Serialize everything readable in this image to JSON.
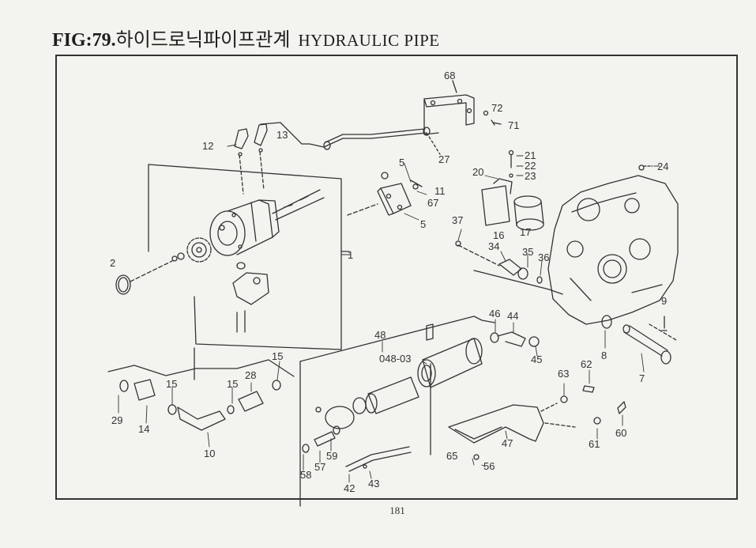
{
  "header": {
    "fig_code": "FIG:79.",
    "title_korean": "하이드로닉파이프관계",
    "title_english": "HYDRAULIC PIPE"
  },
  "page_number": "181",
  "callouts": {
    "c1": "1",
    "c2": "2",
    "c5a": "5",
    "c5b": "5",
    "c7": "7",
    "c8": "8",
    "c9": "9",
    "c10": "10",
    "c11": "11",
    "c12": "12",
    "c13": "13",
    "c14": "14",
    "c15a": "15",
    "c15b": "15",
    "c15c": "15",
    "c16": "16",
    "c17": "17",
    "c20": "20",
    "c21": "21",
    "c22": "22",
    "c23": "23",
    "c24": "24",
    "c27": "27",
    "c28": "28",
    "c29": "29",
    "c34": "34",
    "c35": "35",
    "c36": "36",
    "c37": "37",
    "c42": "42",
    "c43": "43",
    "c44": "44",
    "c45": "45",
    "c46": "46",
    "c47": "47",
    "c48": "48",
    "c048": "048-03",
    "c56": "56",
    "c57": "57",
    "c58": "58",
    "c59": "59",
    "c60": "60",
    "c61": "61",
    "c62": "62",
    "c63": "63",
    "c65": "65",
    "c67": "67",
    "c68": "68",
    "c71": "71",
    "c72": "72"
  }
}
